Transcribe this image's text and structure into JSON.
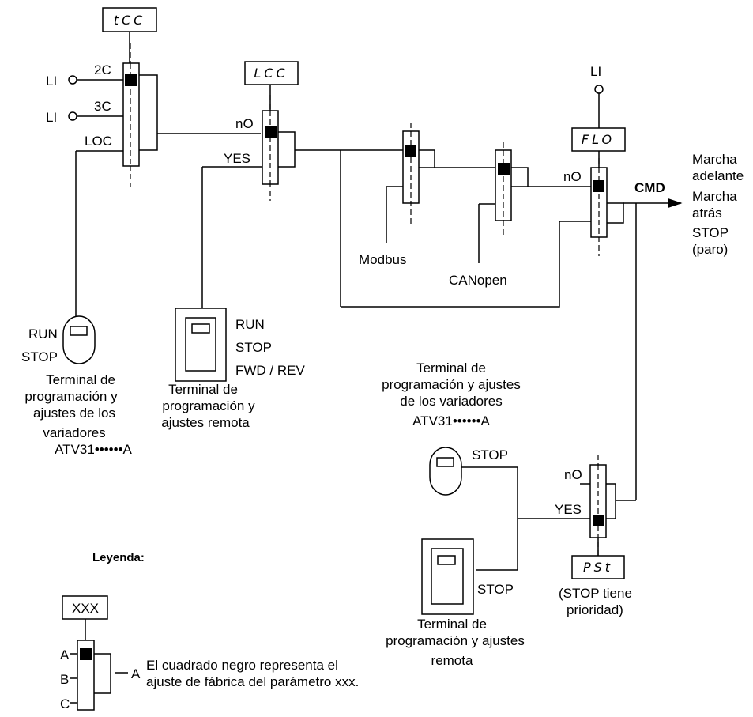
{
  "params": {
    "tcc": "tCC",
    "lcc": "LCC",
    "flo": "FLO",
    "pst": "PSt",
    "legend_code": "XXX"
  },
  "tcc_switch": {
    "in1": "LI",
    "in2": "LI",
    "pos1": "2C",
    "pos2": "3C",
    "pos3": "LOC"
  },
  "lcc_switch": {
    "pos1": "nO",
    "pos2": "YES"
  },
  "flo_switch": {
    "input": "LI",
    "pos1": "nO"
  },
  "buses": {
    "modbus": "Modbus",
    "canopen": "CANopen"
  },
  "output": {
    "label": "CMD",
    "line1": "Marcha",
    "line2": "adelante",
    "line3": "Marcha",
    "line4": "atrás",
    "line5": "STOP",
    "line6": "(paro)"
  },
  "local_terminal": {
    "run": "RUN",
    "stop": "STOP",
    "desc1": "Terminal de",
    "desc2": "programación y",
    "desc3": "ajustes de los",
    "desc4": "variadores",
    "desc5": "ATV31••••••A"
  },
  "remote_terminal": {
    "run": "RUN",
    "stop": "STOP",
    "fwd_rev": "FWD / REV",
    "desc1": "Terminal de",
    "desc2": "programación y",
    "desc3": "ajustes remota"
  },
  "stop_section": {
    "desc1": "Terminal de",
    "desc2": "programación y ajustes",
    "desc3": "de los variadores",
    "desc4": "ATV31••••••A",
    "stop1": "STOP",
    "stop2": "STOP",
    "pos1": "nO",
    "pos2": "YES",
    "note1": "(STOP tiene",
    "note2": "prioridad)",
    "remote1": "Terminal de",
    "remote2": "programación y ajustes",
    "remote3": "remota"
  },
  "legend": {
    "title": "Leyenda:",
    "a": "A",
    "b": "B",
    "c": "C",
    "out": "A",
    "desc1": "El cuadrado negro representa el",
    "desc2": "ajuste de fábrica del parámetro xxx."
  }
}
